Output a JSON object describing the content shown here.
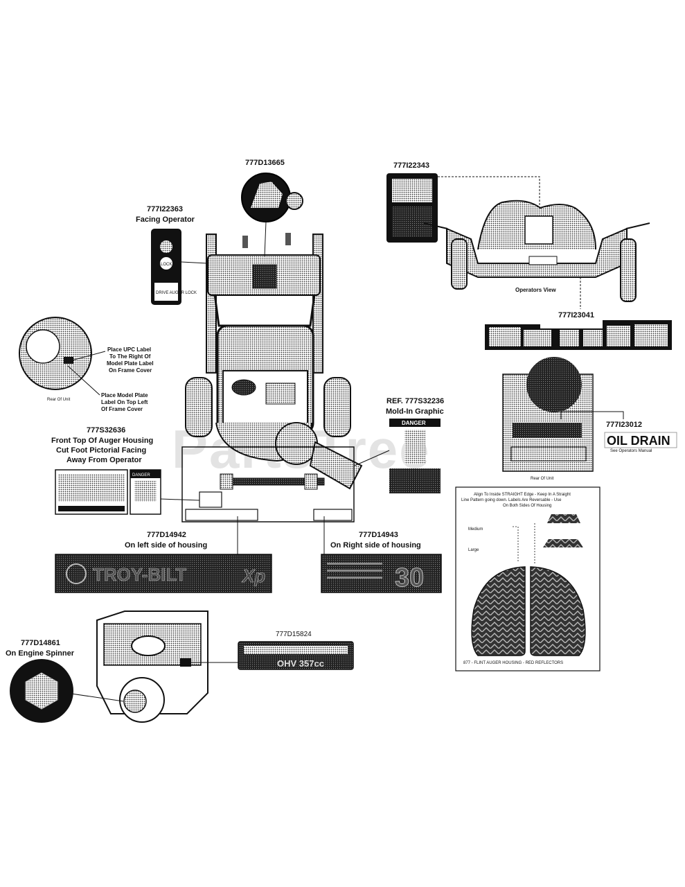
{
  "watermark": "PartsTree",
  "parts": {
    "p13665": {
      "number": "777D13665"
    },
    "p22343": {
      "number": "777I22343"
    },
    "p22363": {
      "number": "777I22363",
      "note": "Facing Operator",
      "decal_text": "DRIVE AUGER LOCK"
    },
    "upc": {
      "note_lines": [
        "Place UPC Label",
        "To The Right Of",
        "Model Plate Label",
        "On Frame Cover"
      ]
    },
    "model_plate": {
      "note_lines": [
        "Place Model Plate",
        "Label On Top Left",
        "Of Frame Cover"
      ],
      "view_caption": "Rear Of Unit"
    },
    "p32636": {
      "number": "777S32636",
      "note_lines": [
        "Front Top Of Auger Housing",
        "Cut Foot Pictorial Facing",
        "Away From Operator"
      ],
      "danger_text": "DANGER"
    },
    "p32236": {
      "number": "REF. 777S32236",
      "note": "Mold-In Graphic",
      "danger_text": "DANGER"
    },
    "operators_view": {
      "caption": "Operators View"
    },
    "p23041": {
      "number": "777I23041"
    },
    "p23012": {
      "number": "777I23012",
      "title": "OIL DRAIN",
      "note": "See Operators Manual",
      "view_caption": "Rear Of Unit"
    },
    "reflectors": {
      "instruction_lines": [
        "Align To Inside STRAIGHT Edge - Keep In A Straight",
        "Line Pattern going down. Labels Are Reversable - Use",
        "On Both Sides Of Housing"
      ],
      "medium_label": "Medium",
      "large_label": "Large",
      "footer": "877 - FLINT AUGER HOUSING - RED REFLECTORS"
    },
    "p14942": {
      "number": "777D14942",
      "note": "On left side of housing",
      "decal_text": "TROY-BILT",
      "decal_suffix": "Xp"
    },
    "p14943": {
      "number": "777D14943",
      "note": "On Right side of housing",
      "decal_text": "30"
    },
    "p14861": {
      "number": "777D14861",
      "note": "On Engine Spinner"
    },
    "p15824": {
      "number": "777D15824",
      "decal_line2": "OHV 357cc"
    }
  }
}
